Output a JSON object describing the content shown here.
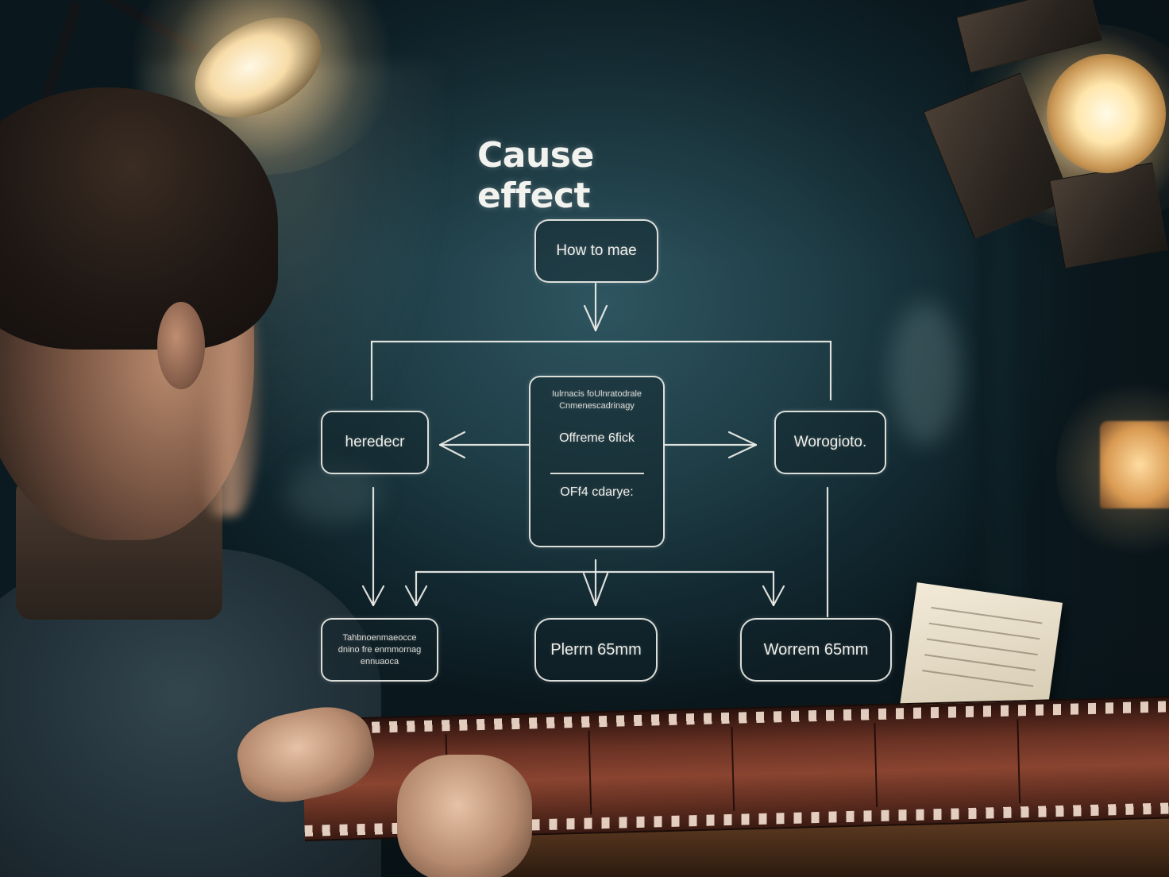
{
  "diagram": {
    "title": "Cause effect",
    "top_node": "How to mae",
    "left_node": "heredecr",
    "right_node": "Worogioto.",
    "center_node": {
      "header": "Iulrnacis foUlnratodrale Cnmenescadrinagy",
      "label": "Offreme 6fick",
      "footer": "OFf4 cdarye:"
    },
    "bottom_nodes": [
      "Tahbnoenmaeocce dnino fre enmmornag ennuaoca",
      "Plerrn 65mm",
      "Worrem 65mm"
    ]
  }
}
